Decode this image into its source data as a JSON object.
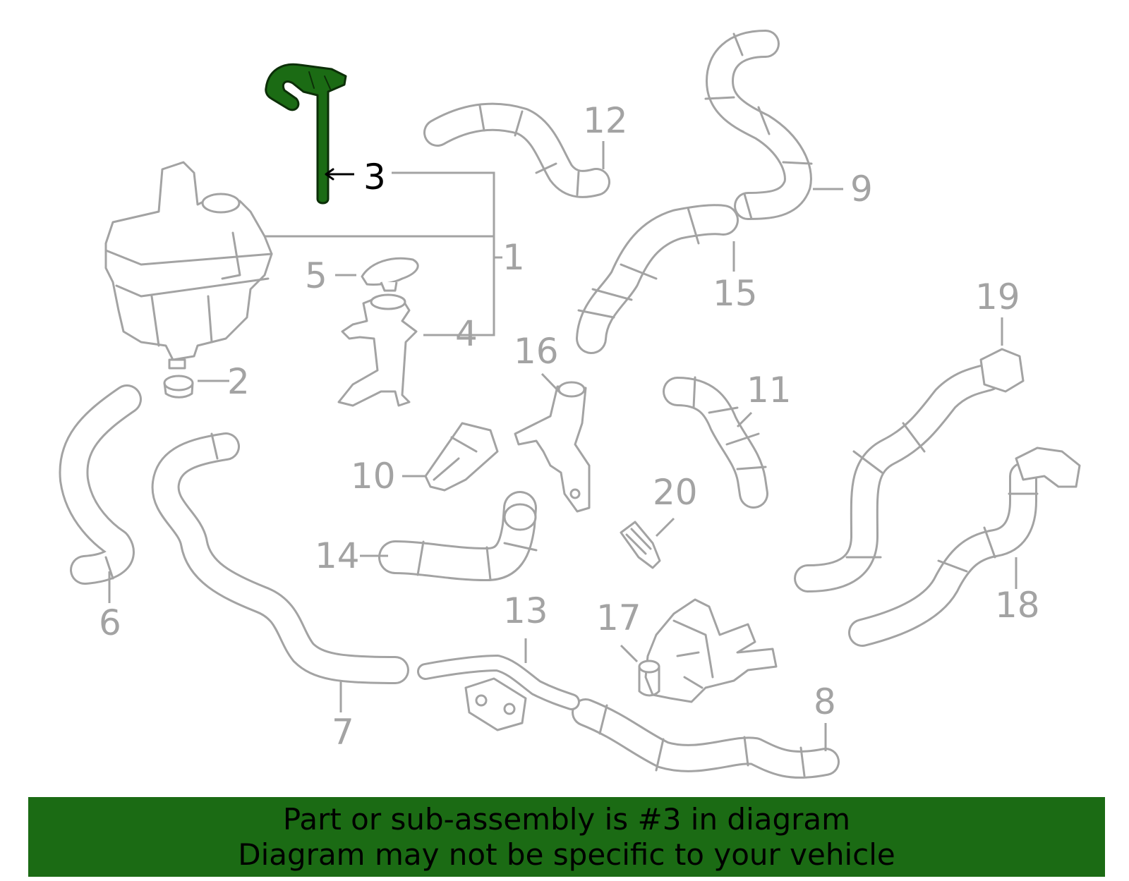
{
  "diagram": {
    "selected_part": "3",
    "callouts": [
      "1",
      "2",
      "3",
      "4",
      "5",
      "6",
      "7",
      "8",
      "9",
      "10",
      "11",
      "12",
      "13",
      "14",
      "15",
      "16",
      "17",
      "18",
      "19",
      "20"
    ],
    "colors": {
      "part_line": "#a3a3a3",
      "highlight": "#1b6b14",
      "selected_label": "#000000"
    }
  },
  "banner": {
    "line1": "Part or sub-assembly is #3 in diagram",
    "line2": "Diagram may not be specific to your vehicle",
    "color": "#1b6b14"
  }
}
